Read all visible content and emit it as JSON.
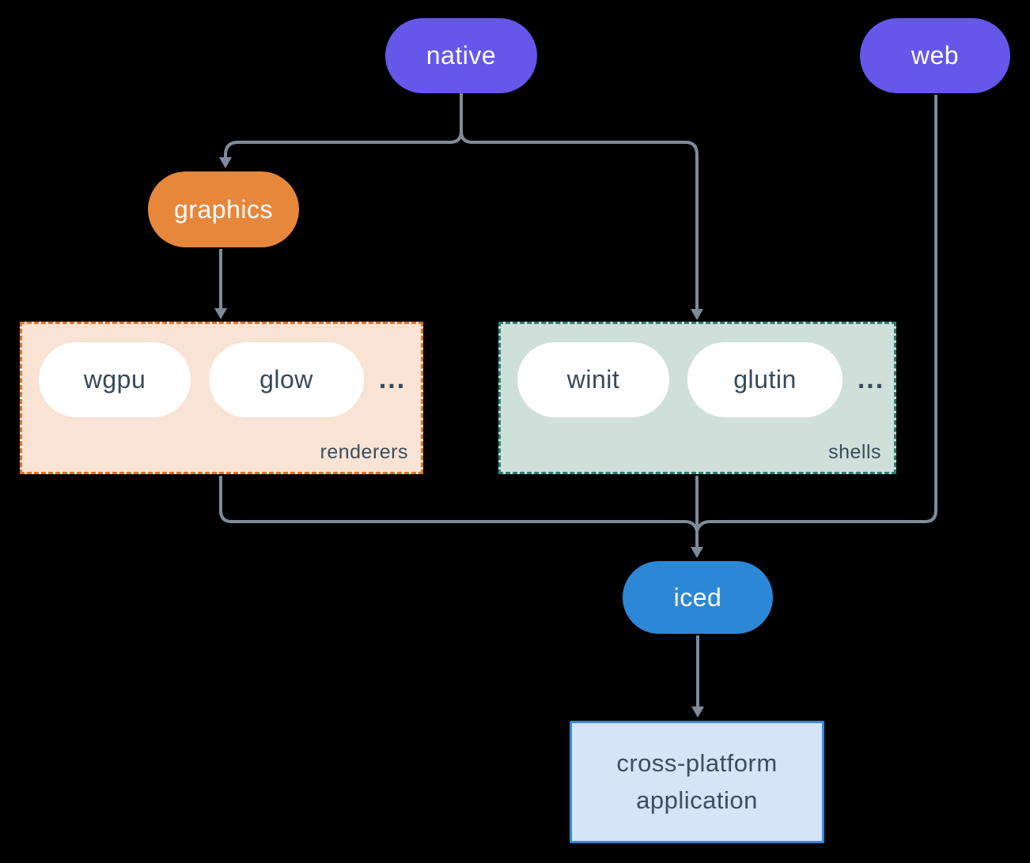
{
  "diagram": {
    "colors": {
      "background": "#000000",
      "connector": "#7e8c9a",
      "purple_node": "#6457ea",
      "orange_node": "#e7873c",
      "blue_node": "#2c87d6",
      "white_pill_text": "#37495a",
      "renderers_fill": "#f9e3d4",
      "renderers_border": "#db7428",
      "shells_fill": "#cfe0da",
      "shells_border": "#2e7d6e",
      "app_fill": "#d5e5f7",
      "app_border": "#3a87d9"
    },
    "nodes": {
      "native": {
        "label": "native"
      },
      "web": {
        "label": "web"
      },
      "graphics": {
        "label": "graphics"
      },
      "iced": {
        "label": "iced"
      },
      "app": {
        "label": "cross-platform application"
      }
    },
    "groups": {
      "renderers": {
        "label": "renderers",
        "items": [
          "wgpu",
          "glow"
        ],
        "ellipsis": "..."
      },
      "shells": {
        "label": "shells",
        "items": [
          "winit",
          "glutin"
        ],
        "ellipsis": "..."
      }
    }
  }
}
